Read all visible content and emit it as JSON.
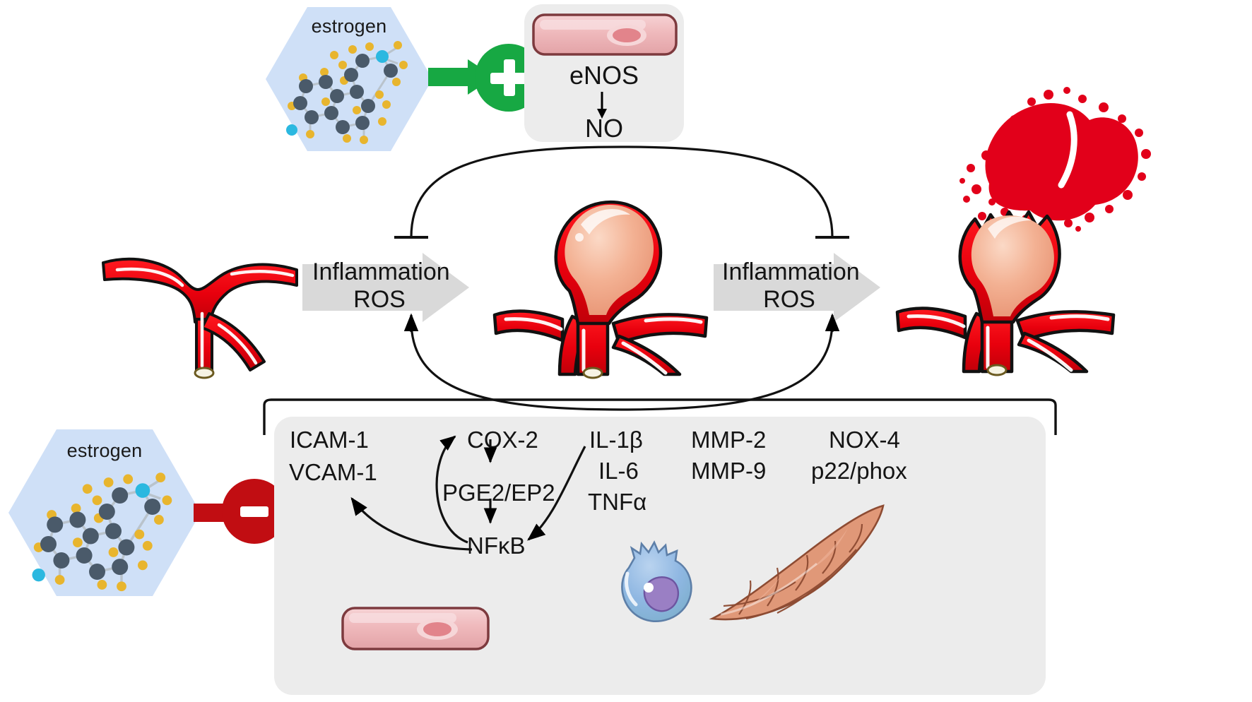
{
  "figure": {
    "type": "biomedical-pathway-diagram",
    "background_color": "#ffffff"
  },
  "colors": {
    "hexagon_fill": "#cfe0f7",
    "panel_grey": "#ececec",
    "arrow_grey": "#d9d9d9",
    "plus_green": "#17a843",
    "minus_red": "#c10d12",
    "vessel_red": "#e8000d",
    "aneurysm_dome": "#f0a885",
    "endothelial_pink": "#efb9bc",
    "macrophage_blue": "#93b8e0",
    "smc_salmon": "#e09878",
    "text_black": "#141414"
  },
  "top_pathway": {
    "estrogen_hexagon": {
      "label": "estrogen",
      "molecule_icon": "steroid-molecule-icon"
    },
    "arrow": {
      "icon": "green-block-arrow-icon",
      "color": "#17a843",
      "direction": "right"
    },
    "effect_badge": {
      "icon": "plus-circle-icon",
      "symbol": "+",
      "meaning": "activation"
    },
    "enos_panel": {
      "cell_icon": "endothelial-cell-icon",
      "line1": "eNOS",
      "connector": "↓",
      "line2": "NO"
    }
  },
  "progression": {
    "stage1": {
      "name": "normal-artery",
      "icon": "artery-bifurcation-icon"
    },
    "arrow1": {
      "line1": "Inflammation",
      "line2": "ROS",
      "icon": "grey-block-arrow-icon"
    },
    "stage2": {
      "name": "cerebral-aneurysm",
      "icon": "aneurysm-icon"
    },
    "arrow2": {
      "line1": "Inflammation",
      "line2": "ROS",
      "icon": "grey-block-arrow-icon"
    },
    "stage3": {
      "name": "ruptured-aneurysm",
      "icon": "ruptured-aneurysm-icon"
    }
  },
  "inhibition_connectors": {
    "from": "NO",
    "to": [
      "arrow1",
      "arrow2"
    ],
    "glyph": "T-bar-inhibition",
    "count": 2
  },
  "feedback_connectors": {
    "from": "molecular-panel",
    "to": [
      "arrow1",
      "arrow2"
    ],
    "glyph": "arrowhead",
    "count": 2
  },
  "bottom_pathway": {
    "estrogen_hexagon": {
      "label": "estrogen",
      "molecule_icon": "steroid-molecule-icon"
    },
    "arrow": {
      "icon": "red-block-arrow-icon",
      "color": "#c10d12",
      "direction": "right"
    },
    "effect_badge": {
      "icon": "minus-circle-icon",
      "symbol": "−",
      "meaning": "inhibition"
    }
  },
  "molecular_panel": {
    "bracket": "square-bracket-outline",
    "columns": [
      {
        "name": "adhesion-molecules",
        "items": [
          "ICAM-1",
          "VCAM-1"
        ]
      },
      {
        "name": "prostaglandin-pathway",
        "items": [
          "COX-2",
          "PGE2/EP2",
          "NFκB"
        ]
      },
      {
        "name": "cytokines",
        "items": [
          "IL-1β",
          "IL-6",
          "TNFα"
        ]
      },
      {
        "name": "matrix-metalloproteinases",
        "items": [
          "MMP-2",
          "MMP-9"
        ]
      },
      {
        "name": "nadph-oxidase",
        "items": [
          "NOX-4",
          "p22/phox"
        ]
      }
    ],
    "pathway_arrows": [
      {
        "from": "NFκB",
        "to": "COX-2",
        "style": "curved"
      },
      {
        "from": "COX-2",
        "to": "PGE2/EP2",
        "style": "straight-down"
      },
      {
        "from": "PGE2/EP2",
        "to": "NFκB",
        "style": "straight-down"
      },
      {
        "from": "NFκB",
        "to": "ICAM-1/VCAM-1",
        "style": "curved"
      },
      {
        "from": "cytokines",
        "to": "NFκB",
        "style": "curved"
      }
    ],
    "cell_icons": [
      {
        "name": "endothelial-cell-icon",
        "label": "endothelial cell"
      },
      {
        "name": "macrophage-icon",
        "label": "macrophage"
      },
      {
        "name": "smooth-muscle-cell-icon",
        "label": "smooth muscle cell"
      }
    ]
  }
}
